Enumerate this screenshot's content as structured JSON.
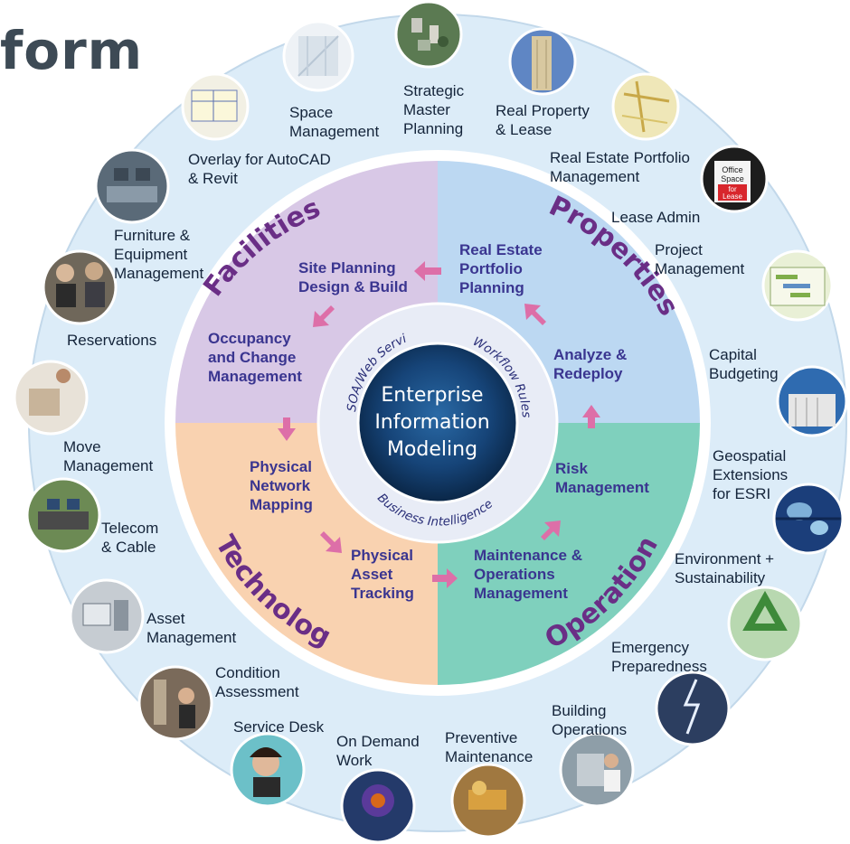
{
  "title": "form",
  "quadrants": [
    {
      "label": "Facilities",
      "color": "#d8c8e6"
    },
    {
      "label": "Properties",
      "color": "#bcd8f2"
    },
    {
      "label": "Technology",
      "color": "#f9d2b0"
    },
    {
      "label": "Operations",
      "color": "#7fd0bd"
    }
  ],
  "inner_ring": [
    "SOA/Web Services",
    "Workflow Rules",
    "Business Intelligence"
  ],
  "core": {
    "line1": "Enterprise",
    "line2": "Information",
    "line3": "Modeling"
  },
  "modules": {
    "site_planning": "Site Planning\nDesign & Build",
    "occupancy": "Occupancy\nand Change\nManagement",
    "real_estate_portfolio_planning": "Real Estate\nPortfolio\nPlanning",
    "analyze_redeploy": "Analyze &\nRedeploy",
    "physical_network": "Physical\nNetwork\nMapping",
    "physical_asset": "Physical\nAsset\nTracking",
    "risk": "Risk\nManagement",
    "maintenance": "Maintenance &\nOperations\nManagement"
  },
  "outer_labels": {
    "space": "Space\nManagement",
    "strategic": "Strategic\nMaster\nPlanning",
    "real_property": "Real Property\n& Lease",
    "overlay": "Overlay for AutoCAD\n& Revit",
    "re_portfolio": "Real Estate Portfolio\nManagement",
    "lease_admin": "Lease Admin",
    "furniture": "Furniture &\nEquipment\nManagement",
    "project": "Project\nManagement",
    "reservations": "Reservations",
    "capital": "Capital\nBudgeting",
    "move": "Move\nManagement",
    "geospatial": "Geospatial\nExtensions\nfor ESRI",
    "telecom": "Telecom\n& Cable",
    "environment": "Environment +\nSustainability",
    "asset": "Asset\nManagement",
    "emergency": "Emergency\nPreparedness",
    "condition": "Condition\nAssessment",
    "building": "Building\nOperations",
    "service": "Service Desk",
    "on_demand": "On Demand\nWork",
    "preventive": "Preventive\nMaintenance"
  },
  "sign_text": {
    "l1": "Office",
    "l2": "Space",
    "l3": "for",
    "l4": "Lease"
  },
  "colors": {
    "outer_ring": "#dcecf8",
    "core_dark": "#0c2f58",
    "core_mid": "#1e5a90",
    "arrow": "#dd6fa8",
    "module_text": "#3a3590",
    "quad_text": "#6a2e86"
  }
}
